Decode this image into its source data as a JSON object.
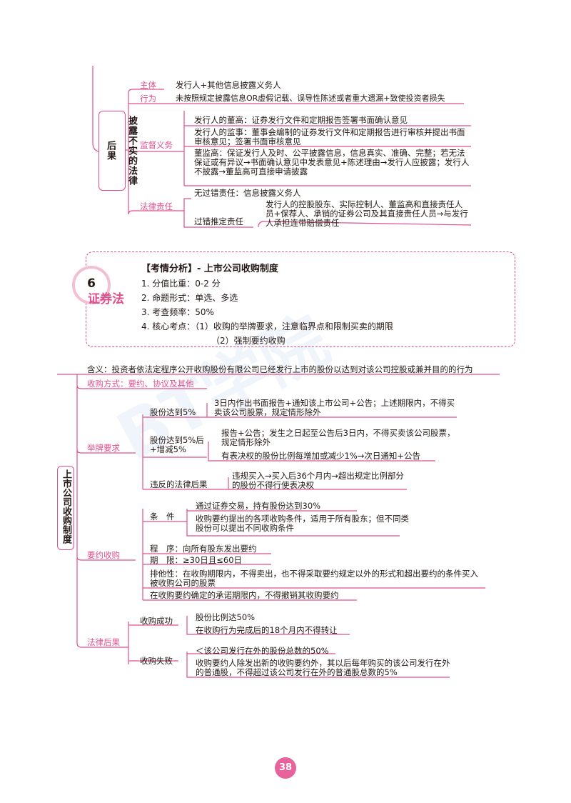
{
  "top_section": {
    "root_label": "披露不实的法律后果",
    "subject": {
      "label": "主体",
      "text": "发行人+其他信息披露义务人"
    },
    "conduct": {
      "label": "行为",
      "text": "未按照规定披露信息OR虚假记载、误导性陈述或者重大遗漏+致使投资者损失"
    },
    "supervision": {
      "label": "监督义务",
      "items": [
        "发行人的董高：证券发行文件和定期报告签署书面确认意见",
        "发行人的监事：董事会编制的证券发行文件和定期报告进行审核并提出书面审核意见；签署书面审核意见",
        "董监高：保证发行人及时、公平披露信息，信息真实、准确、完整；若无法保证或有异议→书面确认意见中发表意见+陈述理由→发行人应披露；发行人不披露→董监高可直接申请披露"
      ]
    },
    "liability": {
      "label": "法律责任",
      "no_fault": "无过错责任：信息披露义务人",
      "presumed_fault_label": "过错推定责任",
      "presumed_fault_text": "发行人的控股股东、实际控制人、董监高和直接责任人员+保荐人、承销的证券公司及其直接责任人员→与发行人承担连带赔偿责任"
    }
  },
  "header": {
    "chapter_number": "6",
    "chapter_name": "证券法",
    "title": "【考情分析】- 上市公司收购制度",
    "lines": [
      "1. 分值比重：0-2 分",
      "2. 命题形式：单选、多选",
      "3. 考查频率：50%",
      "4. 核心考点：（1）收购的举牌要求，注意临界点和限制买卖的期限",
      "（2）强制要约收购"
    ]
  },
  "bottom_section": {
    "root_label": "上市公司收购制度",
    "meaning": "含义：投资者依法定程序公开收购股份有限公司已经发行上市的股份以达到对该公司控股或兼并目的的行为",
    "methods": "收购方式：要约、协议及其他",
    "placard": {
      "label": "举牌要求",
      "reach5": {
        "label": "股份达到5%",
        "text": "3日内作出书面报告+通知该上市公司+公告；上述期限内，不得买卖该公司股票，规定情形除外"
      },
      "after5": {
        "label": "股份达到5%后+增减5%",
        "text1": "报告+公告；发生之日起至公告后3日内，不得买卖该公司股票，规定情形除外",
        "text2": "有表决权的股份比例每增加或减少1%→次日通知+公告"
      },
      "violation": {
        "label": "违反的法律后果",
        "text": "违规买入→买入后36个月内→超出规定比例部分的股份不得行使表决权"
      }
    },
    "tender": {
      "label": "要约收购",
      "conditions_label": "条　件",
      "conditions": [
        "通过证券交易，持有股份达到30%",
        "收购要约提出的各项收购条件，适用于所有股东；但不同类股份可以提出不同收购条件"
      ],
      "procedure": "程　序：向所有股东发出要约",
      "period": "期　限：≥30日且≤60日",
      "exclusivity": "排他性：在收购期限内，不得卖出，也不得采取要约规定以外的形式和超出要约的条件买入被收购公司的股票",
      "no_revoke": "在收购要约确定的承诺期限内，不得撤销其收购要约"
    },
    "consequences": {
      "label": "法律后果",
      "success_label": "收购成功",
      "success": [
        "股份比例达50%",
        "在收购行为完成后的18个月内不得转让"
      ],
      "fail_label": "收购失败",
      "fail": [
        "＜该公司发行在外的股份总数的50%",
        "收购要约人除发出新的收购要约外，其以后每年购买的该公司发行在外的普通股，不得超过该公司发行在外的普通股总数的5%"
      ]
    }
  },
  "page_number": "38",
  "colors": {
    "accent": "#e04f8c",
    "accent_light": "#f3bfd5",
    "text": "#231815"
  }
}
